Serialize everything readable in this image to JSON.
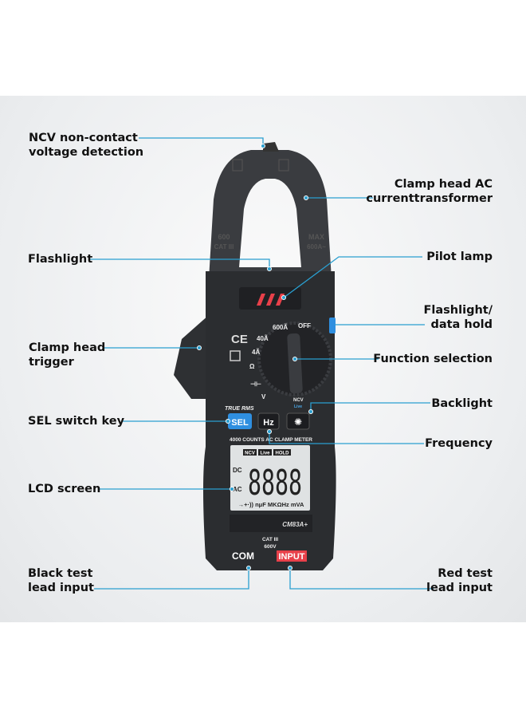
{
  "callouts": {
    "ncv": [
      "NCV non-contact",
      "voltage detection"
    ],
    "clamp_head": [
      "Clamp head AC",
      "currenttransformer"
    ],
    "flashlight": "Flashlight",
    "pilot_lamp": "Pilot lamp",
    "flashlight_hold": [
      "Flashlight/",
      "data hold"
    ],
    "trigger": [
      "Clamp head",
      "trigger"
    ],
    "function_selection": "Function selection",
    "backlight": "Backlight",
    "sel_key": "SEL switch key",
    "frequency": "Frequency",
    "lcd": "LCD screen",
    "black_lead": [
      "Black test",
      "lead input"
    ],
    "red_lead": [
      "Red test",
      "lead input"
    ]
  },
  "device": {
    "head_left": [
      "600",
      "CAT III"
    ],
    "head_right": [
      "MAX",
      "600A~"
    ],
    "ce": "CE",
    "dial_labels": {
      "off": "OFF",
      "a600": "600Ã",
      "a40": "40Ã",
      "a4": "4Ã",
      "ohm": "Ω",
      "cap": "⊣⊢",
      "volt": "V",
      "ncv": "NCV",
      "live": "Live"
    },
    "true_rms": "TRUE RMS",
    "sel": "SEL",
    "hz": "Hz",
    "banner": "4000 COUNTS AC CLAMP METER",
    "lcd": {
      "ncv": "NCV",
      "live": "Live",
      "hold": "HOLD",
      "dc": "DC",
      "ac": "AC",
      "digits": "8888",
      "units": "→+·)) nμF MKΩHz mVA"
    },
    "model": "CM83A+",
    "cat": [
      "CAT III",
      "600V"
    ],
    "com": "COM",
    "input": "INPUT"
  },
  "colors": {
    "callout_line": "#2a9fd0",
    "body": "#2b2d30",
    "accent_red": "#e8404a",
    "sel_blue": "#2f8fe0"
  }
}
